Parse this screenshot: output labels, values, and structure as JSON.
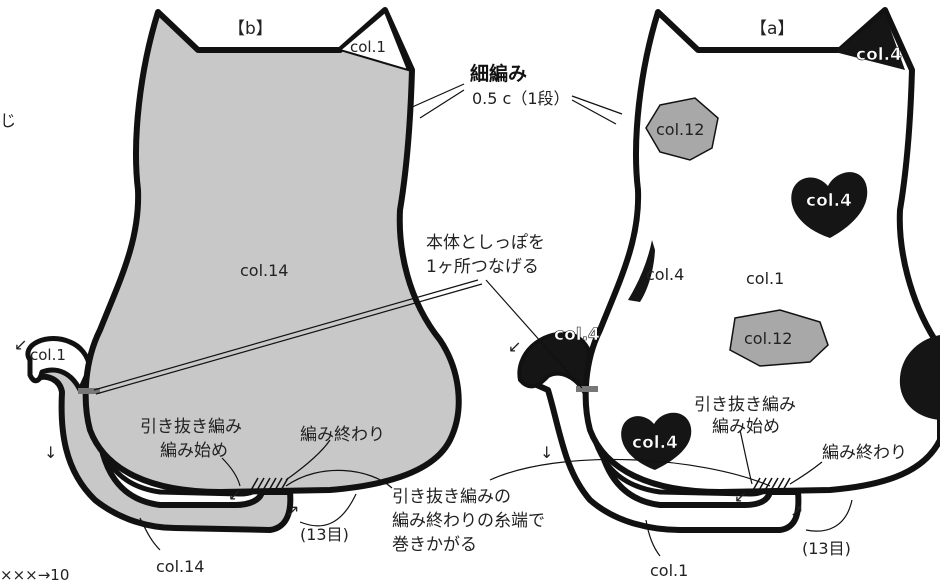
{
  "left_figure": {
    "tag": "【b】",
    "body_color": "col.14",
    "ear_color": "col.1",
    "tail_tip_color": "col.1",
    "tail_color": "col.14",
    "slip_start": "引き抜き編み\n編み始め",
    "end_label": "編み終わり",
    "rows_label": "(13目)"
  },
  "right_figure": {
    "tag": "【a】",
    "body_color": "col.1",
    "ear_color": "col.4",
    "spot1": "col.12",
    "spot2": "col.12",
    "heart1": "col.4",
    "heart2": "col.4",
    "side_patch": "col.4",
    "tail_tip_color": "col.4",
    "tail_color": "col.1",
    "slip_start": "引き抜き編み\n編み始め",
    "end_label": "編み終わり",
    "rows_label": "(13目)"
  },
  "center_notes": {
    "sc_title": "細編み",
    "sc_detail": "0.5 c（1段）",
    "join_note": "本体としっぽを\n1ヶ所つなげる",
    "wrap_note": "引き抜き編みの\n編み終わりの糸端で\n巻きかがる"
  },
  "edge_fragments": {
    "top_left": "じ",
    "bottom_left": "×××→10"
  },
  "colors": {
    "gray_fill": "#c8c8c8",
    "spot_fill": "#a8a8a8",
    "black_fill": "#151515",
    "outline": "#111111"
  }
}
